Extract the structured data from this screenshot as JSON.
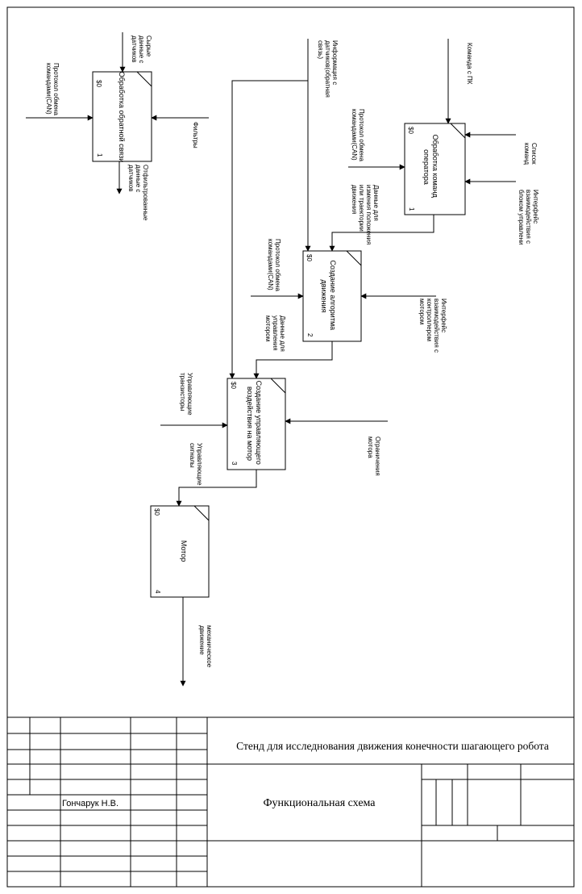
{
  "blocks": [
    {
      "title": "Обработка обратной связи",
      "corner": "$0",
      "number": "1"
    },
    {
      "title": "Обработка команд оператора",
      "corner": "$0",
      "number": "1"
    },
    {
      "title": "Создание алгоритма движения",
      "corner": "$0",
      "number": "2"
    },
    {
      "title": "Создание управляющего воздействия на мотор",
      "corner": "$0",
      "number": "3"
    },
    {
      "title": "Мотор",
      "corner": "$0",
      "number": "4"
    }
  ],
  "labels": {
    "raw_sensor_data": [
      "Сырые",
      "данные с",
      "датчиков"
    ],
    "protocol_1": [
      "Протокол обмена",
      "командами(CAN)"
    ],
    "filters": [
      "Фильтры"
    ],
    "filtered_data": [
      "Отфильтрованные",
      "данные с",
      "датчиков"
    ],
    "sensor_info": [
      "Информация с",
      "датчиков(обратная",
      "связь)"
    ],
    "pc_command": [
      "Команда с ПК"
    ],
    "protocol_2": [
      "Протокол обмена",
      "командами(CAN)"
    ],
    "command_list": [
      "Список",
      "команд"
    ],
    "control_unit_interface": [
      "Интерфейс",
      "взаимодействия с",
      "блоком управлени"
    ],
    "position_change_data": [
      "Данные для",
      "измения положения",
      "или траектории",
      "движения"
    ],
    "protocol_3": [
      "Протокол обмена",
      "командами(CAN)"
    ],
    "motor_controller_interface": [
      "Интерфейс",
      "взаимодействия с",
      "контроллером",
      "мотором"
    ],
    "motor_control_data": [
      "Данные для",
      "управления",
      "мотором"
    ],
    "control_transistors": [
      "Управляющие",
      "транзисторы"
    ],
    "motor_limits": [
      "Ограничения",
      "мотора"
    ],
    "control_signals": [
      "Управляющие",
      "сигналы"
    ],
    "mechanical_motion": [
      "механическое",
      "движение"
    ]
  },
  "title_block": {
    "project_title": "Стенд для исследнования движения конечности шагающего робота",
    "drawing_title": "Функциональная схема",
    "author": "Гончарук Н.В."
  }
}
